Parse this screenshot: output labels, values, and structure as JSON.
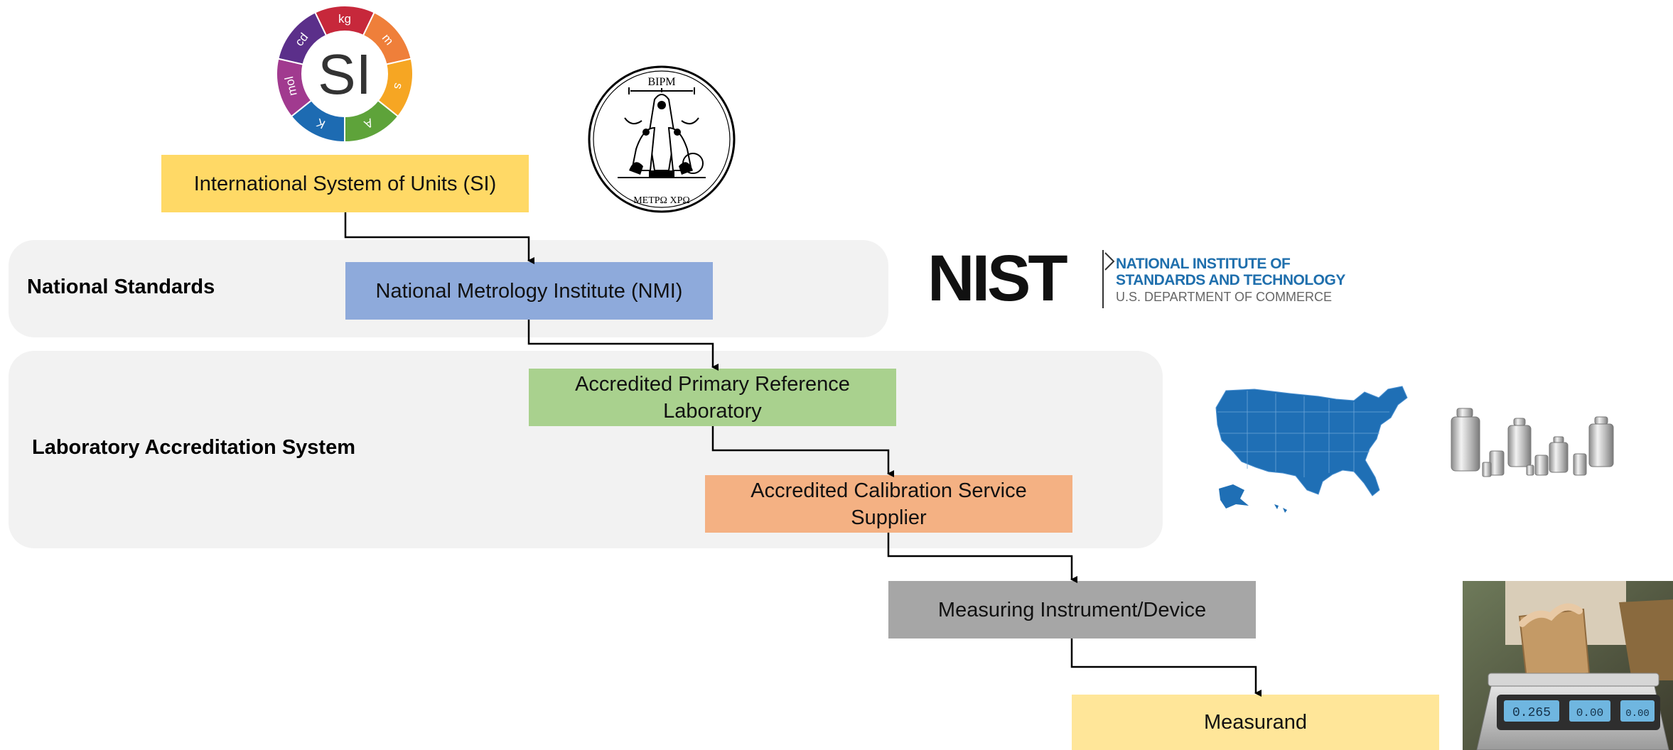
{
  "colors": {
    "si": "#ffd966",
    "nmi": "#8eaadb",
    "primary_lab": "#a9d18e",
    "calibration": "#f4b183",
    "instrument": "#a6a6a6",
    "measurand": "#ffe699",
    "band": "#f2f2f2",
    "nist_blue": "#1f6fad"
  },
  "bands": {
    "national_standards": "National Standards",
    "lab_accreditation": "Laboratory Accreditation System"
  },
  "boxes": {
    "si": "International System of Units (SI)",
    "nmi": "National Metrology Institute (NMI)",
    "primary_lab": "Accredited Primary Reference\nLaboratory",
    "calibration": "Accredited Calibration Service\nSupplier",
    "instrument": "Measuring Instrument/Device",
    "measurand": "Measurand"
  },
  "si_logo": {
    "center": "SI",
    "units": [
      "kg",
      "m",
      "s",
      "A",
      "K",
      "mol",
      "cd"
    ]
  },
  "bipm_seal": {
    "top": "BIPM",
    "bottom": "METPΩ XPΩ"
  },
  "nist_logo": {
    "mark": "NIST",
    "line1": "NATIONAL INSTITUTE OF",
    "line2": "STANDARDS AND TECHNOLOGY",
    "line3": "U.S. DEPARTMENT OF COMMERCE"
  },
  "scale_display": [
    "0.265",
    "0.00",
    "0.00"
  ],
  "icons": [
    "si-logo",
    "bipm-seal",
    "nist-logo",
    "usa-map-icon",
    "calibration-weights-icon",
    "scale-photo"
  ]
}
